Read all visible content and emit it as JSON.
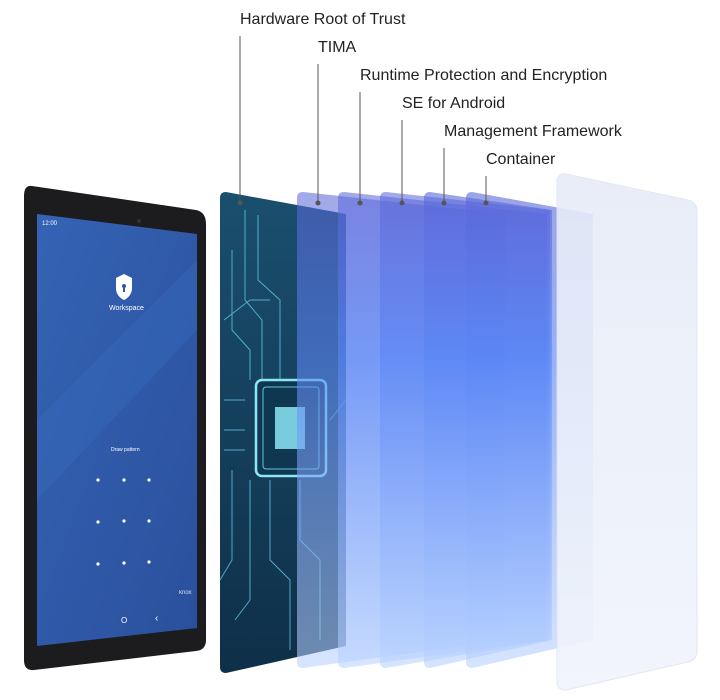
{
  "layers": [
    {
      "label": "Hardware Root of Trust"
    },
    {
      "label": "TIMA"
    },
    {
      "label": "Runtime Protection and Encryption"
    },
    {
      "label": "SE for Android"
    },
    {
      "label": "Management Framework"
    },
    {
      "label": "Container"
    }
  ],
  "tablet": {
    "time": "12:00",
    "app_name": "Workspace",
    "prompt": "Draw pattern",
    "brand": "knox",
    "nav_home": "O",
    "nav_back": "‹"
  },
  "colors": {
    "screen": "#2f5aa8",
    "hardware_panel": "#1b4a6b",
    "circuit": "#5fc6e6",
    "layer_glass": "#6b82e6",
    "leader_line": "#555555"
  }
}
